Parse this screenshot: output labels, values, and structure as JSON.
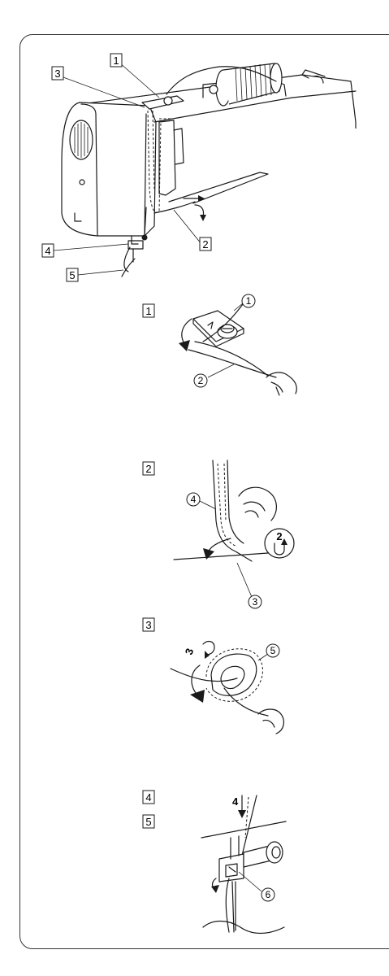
{
  "labels": {
    "box1": "1",
    "box2": "2",
    "box3": "3",
    "box4": "4",
    "box5": "5"
  },
  "steps": {
    "step1": "1",
    "step2": "2",
    "step3": "3",
    "step4": "4",
    "step5": "5"
  },
  "parts": {
    "c1": "1",
    "c2": "2",
    "c3": "3",
    "c4": "4",
    "c5": "5",
    "c6": "6"
  },
  "markers": {
    "arrow2": "2",
    "arrow3": "3",
    "arrow4": "4"
  }
}
